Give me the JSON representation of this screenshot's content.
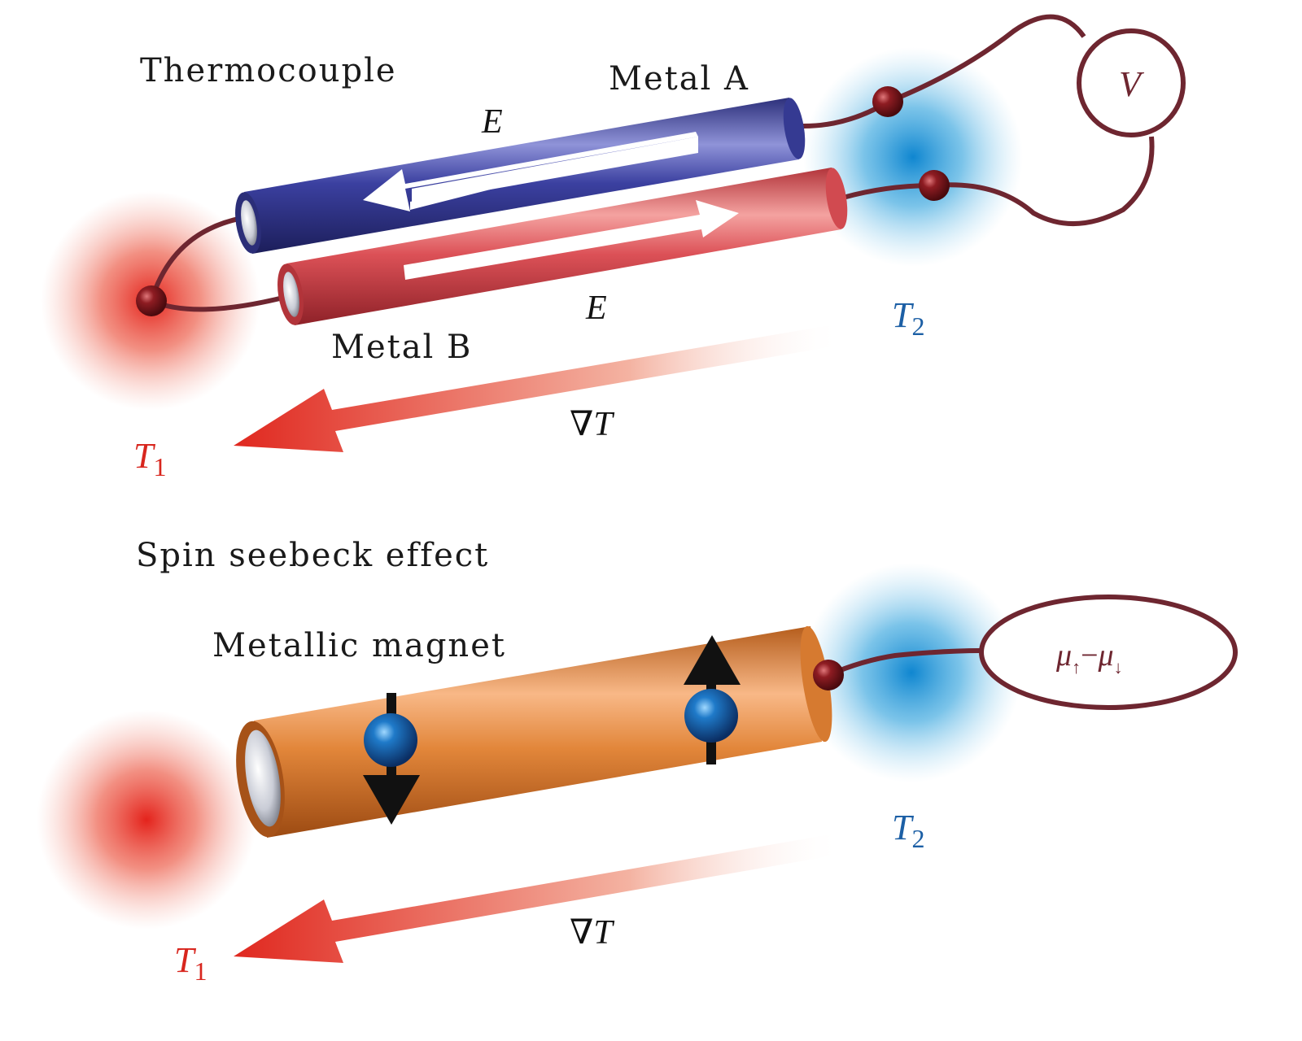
{
  "thermocouple": {
    "title": "Thermocouple",
    "metal_a_label": "Metal A",
    "metal_b_label": "Metal B",
    "field_a_label": "E",
    "field_b_label": "E",
    "voltmeter_label": "V",
    "gradient_label": "∇T",
    "t1": {
      "symbol": "T",
      "subscript": "1"
    },
    "t2": {
      "symbol": "T",
      "subscript": "2"
    }
  },
  "spin_seebeck": {
    "title": "Spin seebeck effect",
    "magnet_label": "Metallic magnet",
    "chem_potential": {
      "mu1": "μ",
      "up": "↑",
      "minus": "−",
      "mu2": "μ",
      "down": "↓"
    },
    "gradient_label": "∇T",
    "t1": {
      "symbol": "T",
      "subscript": "1"
    },
    "t2": {
      "symbol": "T",
      "subscript": "2"
    }
  },
  "colors": {
    "hot": "#e02a20",
    "cold": "#1a8fd4",
    "metal_a": "#3a3f9a",
    "metal_b": "#d94a4f",
    "magnet": "#e2863a",
    "wire": "#6e2630",
    "t2_text": "#1c5fa5",
    "t1_text": "#d8261e"
  },
  "icons": [
    "hot-source-glow",
    "cold-sink-glow",
    "junction-dot",
    "spin-up-arrow",
    "spin-down-arrow",
    "electron-sphere"
  ]
}
